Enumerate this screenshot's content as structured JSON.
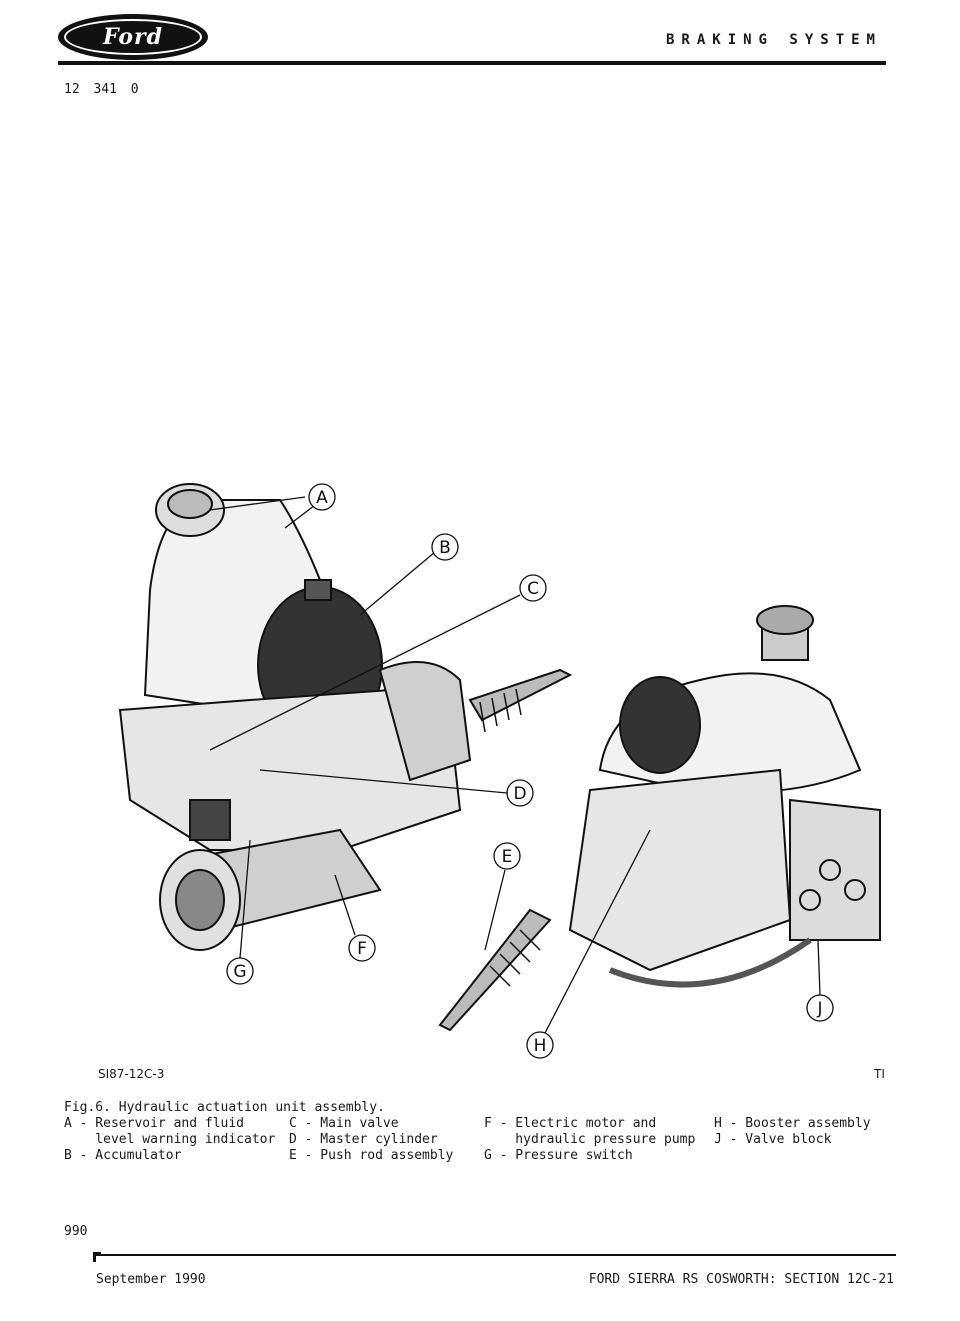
{
  "header": {
    "logo_text": "Ford",
    "title": "BRAKING SYSTEM",
    "page_code": "12 341 0"
  },
  "figure": {
    "illustration_id": "SI87-12C-3",
    "mark": "TI",
    "callouts": [
      "A",
      "B",
      "C",
      "D",
      "E",
      "F",
      "G",
      "H",
      "J"
    ]
  },
  "caption": {
    "title": "Fig.6. Hydraulic actuation unit assembly.",
    "col1": "A - Reservoir and fluid\n    level warning indicator\nB - Accumulator",
    "col2": "C - Main valve\nD - Master cylinder\nE - Push rod assembly",
    "col3": "F - Electric motor and\n    hydraulic pressure pump\nG - Pressure switch",
    "col4": "H - Booster assembly\nJ - Valve block"
  },
  "footer": {
    "page_number": "990",
    "date": "September 1990",
    "section": "FORD SIERRA RS COSWORTH: SECTION 12C-21"
  },
  "colors": {
    "ink": "#1a1a1a",
    "paper": "#ffffff"
  }
}
